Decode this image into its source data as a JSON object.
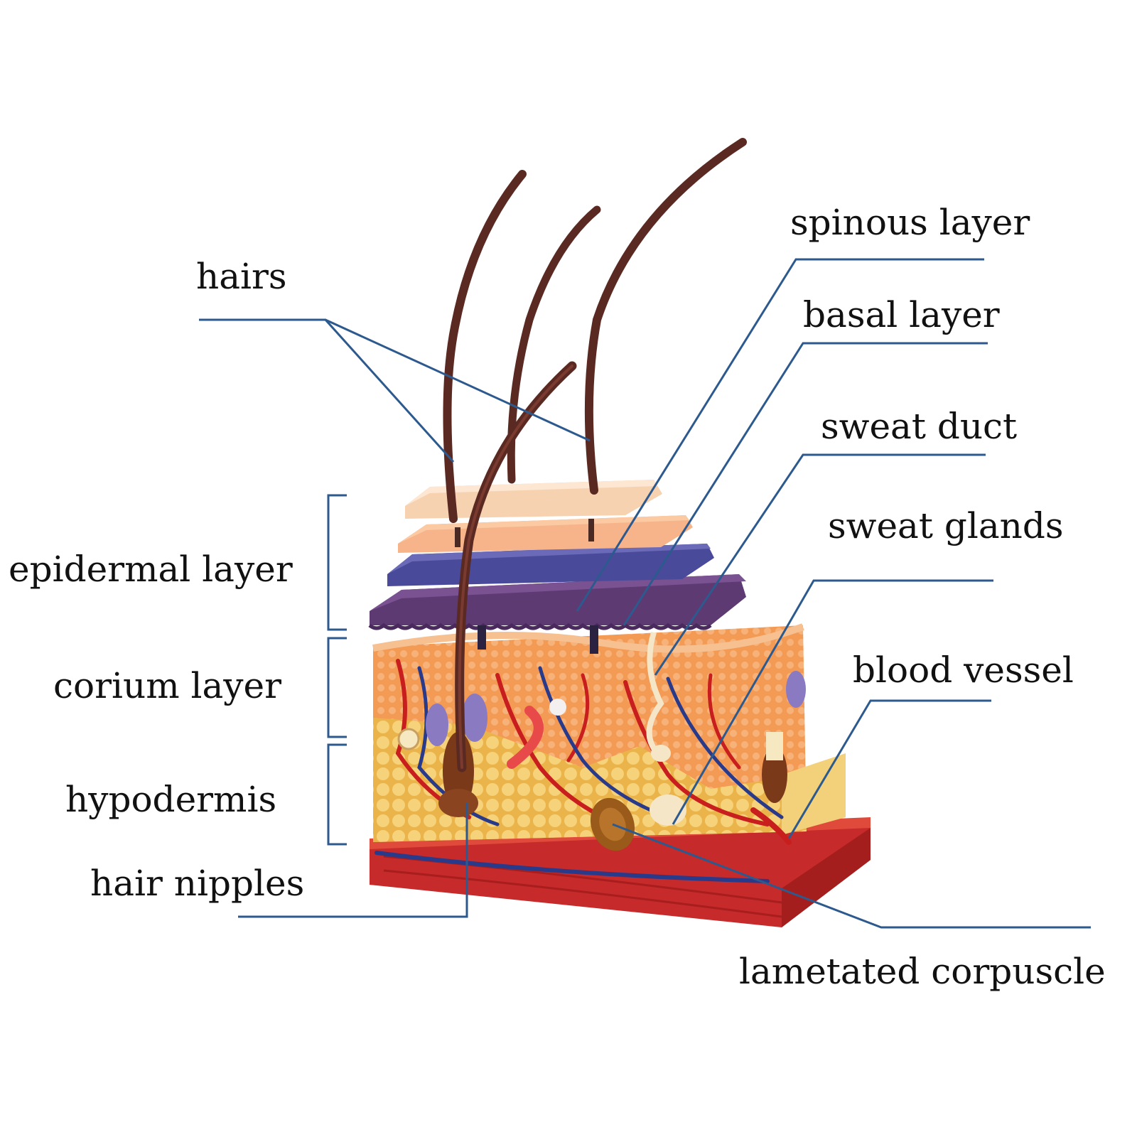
{
  "labels": {
    "hairs": "hairs",
    "epidermal_layer": "epidermal layer",
    "corium_layer": "corium layer",
    "hypodermis": "hypodermis",
    "hair_nipples": "hair nipples",
    "spinous_layer": "spinous layer",
    "basal_layer": "basal layer",
    "sweat_duct": "sweat duct",
    "sweat_glands": "sweat glands",
    "blood_vessel": "blood vessel",
    "lametated_corpuscle": "lametated corpuscle"
  },
  "colors": {
    "leader_line": "#2d5a8e",
    "text": "#111111",
    "hair": "#5a2a22",
    "epidermis_top": "#f6d2b0",
    "spinous": "#f7b48a",
    "basal_blue": "#4a4a9a",
    "basal_purple": "#5e3a72",
    "dermis": "#f2914a",
    "fat": "#f3c75a",
    "vessel_red": "#c81e1e",
    "vessel_blue": "#2a3a8a",
    "base_red": "#c62a2a"
  }
}
